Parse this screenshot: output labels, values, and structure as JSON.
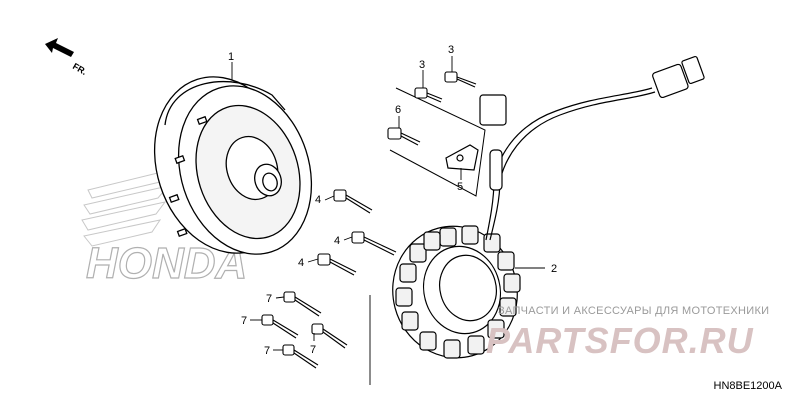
{
  "diagram": {
    "direction_label": "FR.",
    "diagram_code": "HN8BE1200A",
    "callouts": {
      "flywheel": "1",
      "stator": "2",
      "bolt_upper": "3",
      "bolt_upper2": "3",
      "bolt_4a": "4",
      "bolt_4b": "4",
      "bolt_4c": "4",
      "bracket": "5",
      "bolt_6": "6",
      "bolt_7a": "7",
      "bolt_7b": "7",
      "bolt_7c": "7",
      "bolt_7d": "7"
    }
  },
  "watermark": {
    "honda_logo": "HONDA",
    "shop_tagline": "ЗАПЧАСТИ И АКСЕССУАРЫ ДЛЯ МОТОТЕХНИКИ",
    "shop_brand": "PARTSFOR.RU",
    "brand_color": "#d8c2c2"
  }
}
